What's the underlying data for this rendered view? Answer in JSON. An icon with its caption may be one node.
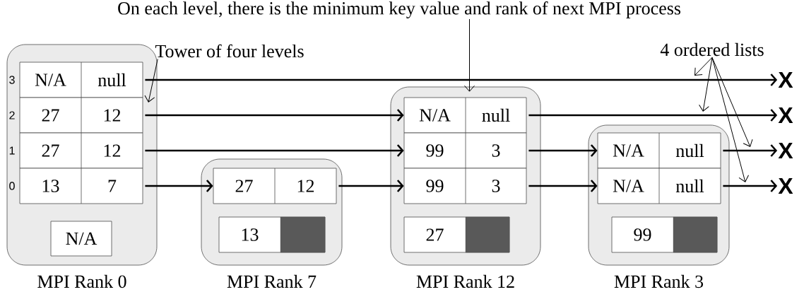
{
  "diagram": {
    "nodes": [
      {
        "text": [],
        "shape": "box",
        "beside": [
          "MPI Rank 0"
        ]
      },
      {
        "text": [
          "N/A",
          "null"
        ],
        "in": 0
      },
      {
        "text": [
          "27",
          "12"
        ],
        "in": 0
      },
      {
        "text": [
          "27",
          "12"
        ],
        "in": 0
      },
      {
        "text": [
          "13",
          "7"
        ],
        "in": 0
      },
      {
        "text": [
          "N/A"
        ],
        "in": 0
      },
      {
        "text": [],
        "shape": "box",
        "beside": [
          "MPI Rank 7"
        ]
      },
      {
        "text": [
          "27",
          "12"
        ],
        "in": 6
      },
      {
        "text": [
          "13"
        ],
        "in": 6
      },
      {
        "text": [],
        "shape": "box",
        "beside": [
          "MPI Rank 12"
        ]
      },
      {
        "text": [
          "N/A",
          "null"
        ],
        "in": 9
      },
      {
        "text": [
          "99",
          "3"
        ],
        "in": 9
      },
      {
        "text": [
          "99",
          "3"
        ],
        "in": 9
      },
      {
        "text": [
          "27"
        ],
        "in": 9
      },
      {
        "text": [],
        "shape": "box",
        "beside": [
          "MPI Rank 3"
        ]
      },
      {
        "text": [
          "N/A",
          "null"
        ],
        "in": 14
      },
      {
        "text": [
          "N/A",
          "null"
        ],
        "in": 14
      },
      {
        "text": [
          "99"
        ],
        "in": 14
      },
      {
        "text": [
          "X"
        ]
      },
      {
        "text": [
          "X"
        ]
      },
      {
        "text": [
          "X"
        ]
      },
      {
        "text": [
          "X"
        ]
      },
      {
        "text": [
          "On each level, there is the minimum key value and rank of next MPI process"
        ]
      },
      {
        "text": [
          "Tower of four levels"
        ]
      },
      {
        "text": [
          "4 ordered lists"
        ]
      }
    ],
    "edges": [
      {
        "from": 1,
        "to": 18,
        "arrow": "to"
      },
      {
        "from": 2,
        "to": 10,
        "arrow": "to"
      },
      {
        "from": 3,
        "to": 11,
        "arrow": "to"
      },
      {
        "from": 4,
        "to": 7,
        "arrow": "to"
      },
      {
        "from": 7,
        "to": 12,
        "arrow": "to"
      },
      {
        "from": 10,
        "to": 19,
        "arrow": "to"
      },
      {
        "from": 11,
        "to": 15,
        "arrow": "to"
      },
      {
        "from": 12,
        "to": 16,
        "arrow": "to"
      },
      {
        "from": 15,
        "to": 20,
        "arrow": "to"
      },
      {
        "from": 16,
        "to": 21,
        "arrow": "to"
      },
      {
        "from": 22,
        "to": 9,
        "arrow": "to"
      },
      {
        "from": 23,
        "to": 0,
        "arrow": "to"
      },
      {
        "from": 24,
        "to": null,
        "arrow": "to"
      },
      {
        "from": 24,
        "to": null,
        "arrow": "to"
      },
      {
        "from": 24,
        "to": null,
        "arrow": "to"
      },
      {
        "from": 24,
        "to": null,
        "arrow": "to"
      }
    ],
    "labels": [
      "3",
      "2",
      "1",
      "0"
    ]
  }
}
